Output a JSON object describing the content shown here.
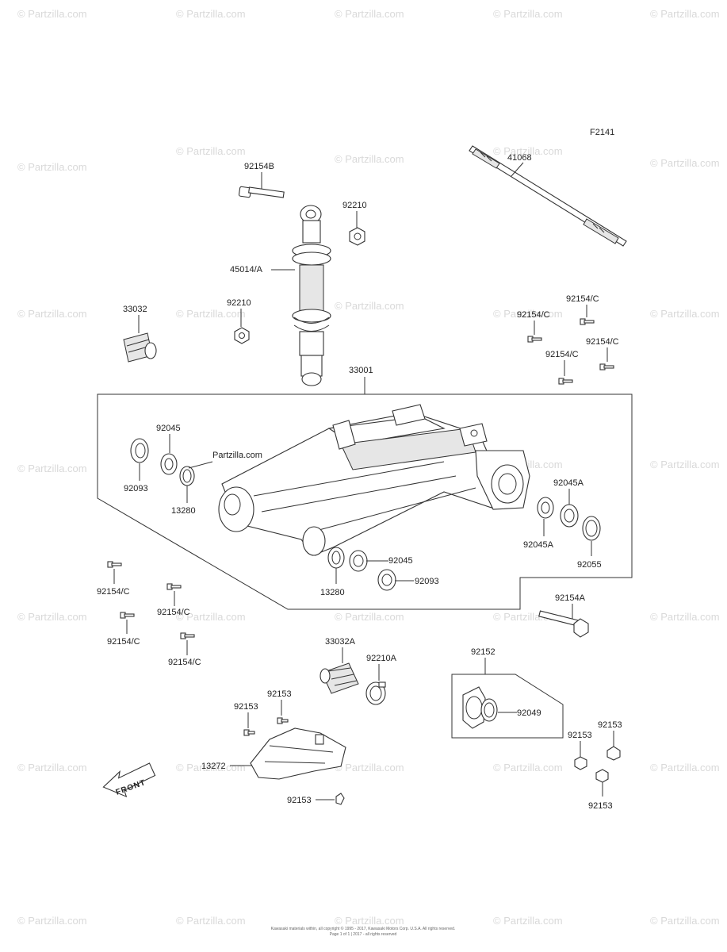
{
  "diagram": {
    "code": "F2141",
    "watermark": "© Partzilla.com",
    "callout_watermark": "Partzilla.com",
    "front_label": "FRONT",
    "footer_line1": "Kawasaki materials within, all copyright © 1995 - 2017, Kawasaki Motors Corp. U.S.A. All rights reserved.",
    "footer_line2": "Page 1 of 1 | 2017 - all rights reserved",
    "labels": {
      "p41068": "41068",
      "p92154B": "92154B",
      "p92210_top": "92210",
      "p45014A": "45014/A",
      "p33032": "33032",
      "p92210_mid": "92210",
      "p33001": "33001",
      "p92154C_1": "92154/C",
      "p92154C_2": "92154/C",
      "p92154C_3": "92154/C",
      "p92154C_4": "92154/C",
      "p92045_left": "92045",
      "p92093_left": "92093",
      "p13280_left": "13280",
      "p92045A_right": "92045A",
      "p92045A_low": "92045A",
      "p92055": "92055",
      "p92045_mid": "92045",
      "p92093_mid": "92093",
      "p13280_mid": "13280",
      "p92154C_5": "92154/C",
      "p92154C_6": "92154/C",
      "p92154C_7": "92154/C",
      "p92154C_8": "92154/C",
      "p92154A": "92154A",
      "p33032A": "33032A",
      "p92210A": "92210A",
      "p92152": "92152",
      "p92049": "92049",
      "p92153_a": "92153",
      "p92153_b": "92153",
      "p13272": "13272",
      "p92153_c": "92153",
      "p92153_d": "92153",
      "p92153_e": "92153",
      "p92153_f": "92153"
    }
  }
}
